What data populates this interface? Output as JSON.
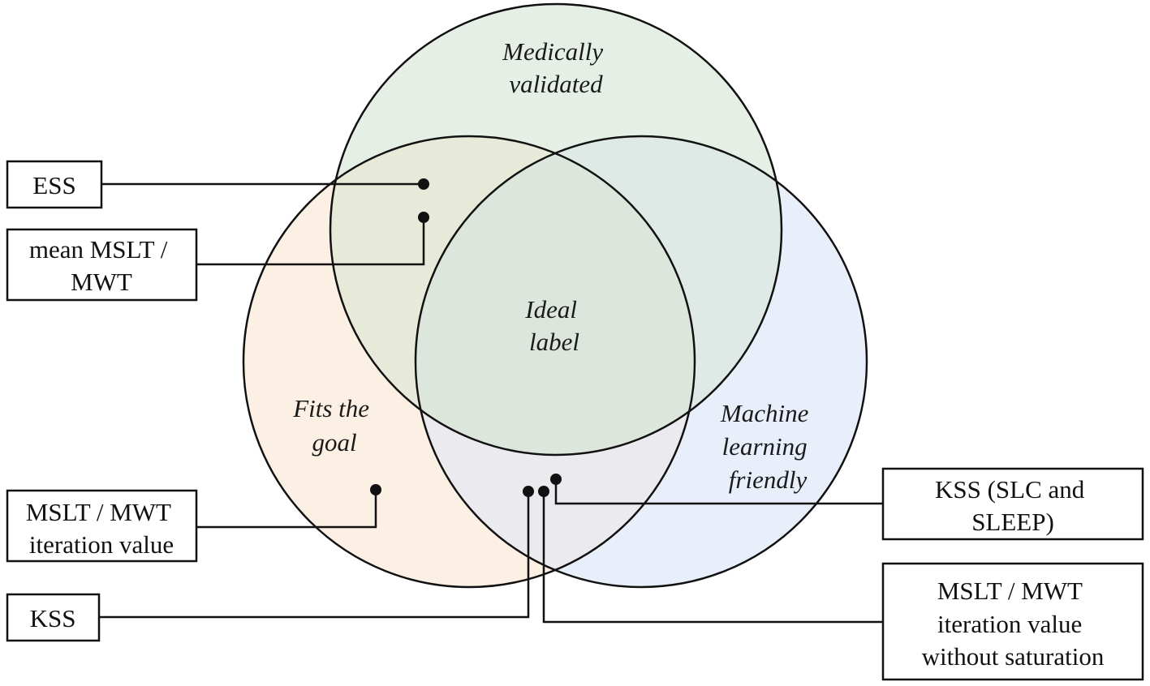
{
  "sets": {
    "medically_validated": {
      "line1": "Medically",
      "line2": "validated",
      "fill": "#e6efe5"
    },
    "fits_the_goal": {
      "line1": "Fits the",
      "line2": "goal",
      "fill": "#fcefe3"
    },
    "machine_learning_friendly": {
      "line1": "Machine",
      "line2": "learning",
      "line3": "friendly",
      "fill": "#e9effa"
    },
    "center": {
      "line1": "Ideal",
      "line2": "label"
    }
  },
  "overlap_colors": {
    "medical_fits": "#e8ead9",
    "medical_ml": "#dfe9e6",
    "fits_ml": "#ebebef",
    "center": "#dde6dc"
  },
  "callouts": {
    "ess": {
      "line1": "ESS"
    },
    "mean_mslt": {
      "line1": "mean MSLT /",
      "line2": "MWT"
    },
    "mslt_iteration": {
      "line1": "MSLT / MWT",
      "line2": "iteration value"
    },
    "kss": {
      "line1": "KSS"
    },
    "kss_slc": {
      "line1": "KSS (SLC and",
      "line2": "SLEEP)"
    },
    "mslt_no_sat": {
      "line1": "MSLT / MWT",
      "line2": "iteration value",
      "line3": "without saturation"
    }
  }
}
